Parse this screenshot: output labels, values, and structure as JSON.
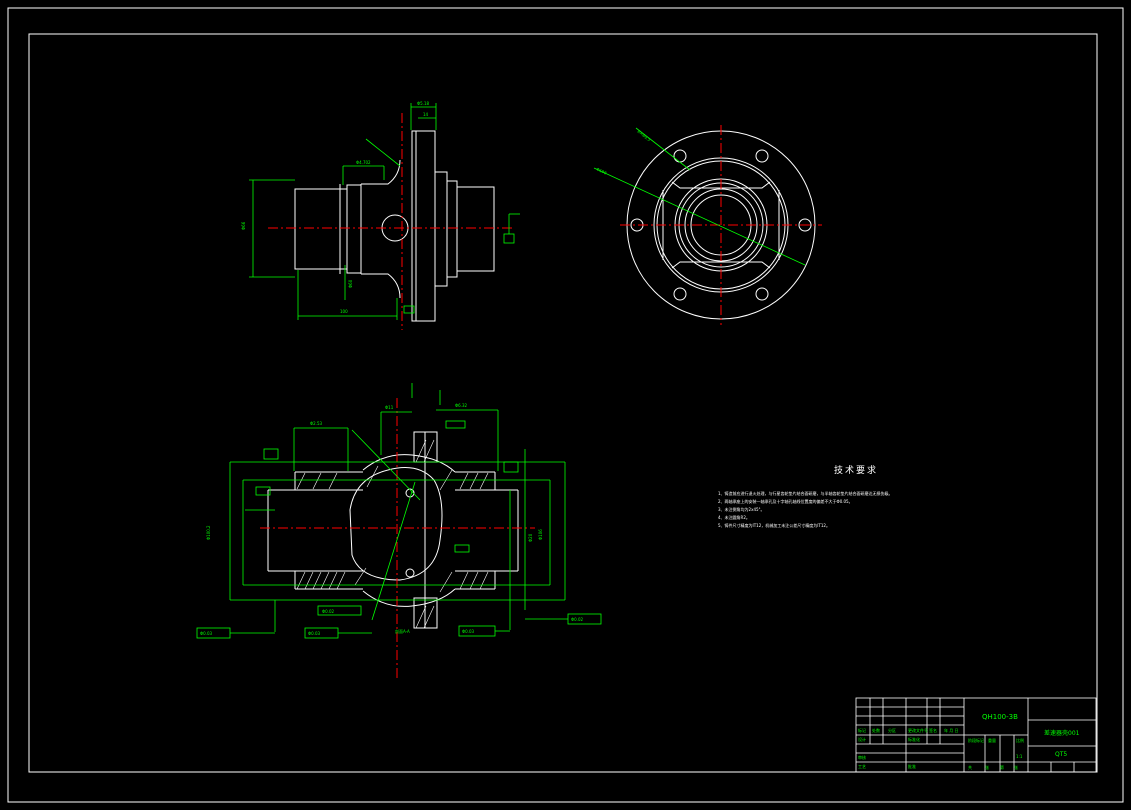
{
  "notes": {
    "title": "技术要求",
    "items": [
      "1、铸造前应进行退火处理，与行星齿轮垫片结合面研磨，与半轴齿轮垫片结合面研磨达无损伤级。",
      "2、两轴承座上的安装一轴承孔及十字轴孔轴线位置度的偏差不大于Φ0.05。",
      "3、未注倒角均为2x45°。",
      "4、未注圆角R2。",
      "5、铸件尺寸精度为IT12，机械加工未注公差尺寸精度为IT12。"
    ]
  },
  "title_block": {
    "drawing_code": "QH100-3B",
    "part_name": "差速器壳001",
    "material": "QT5",
    "scale": "1:1",
    "sheet_row": "共 张 第 张"
  },
  "colors": {
    "background": "#000000",
    "outline": "#ffffff",
    "dimension": "#00ff00",
    "centerline": "#ff0000",
    "hatch": "#ffffff"
  }
}
